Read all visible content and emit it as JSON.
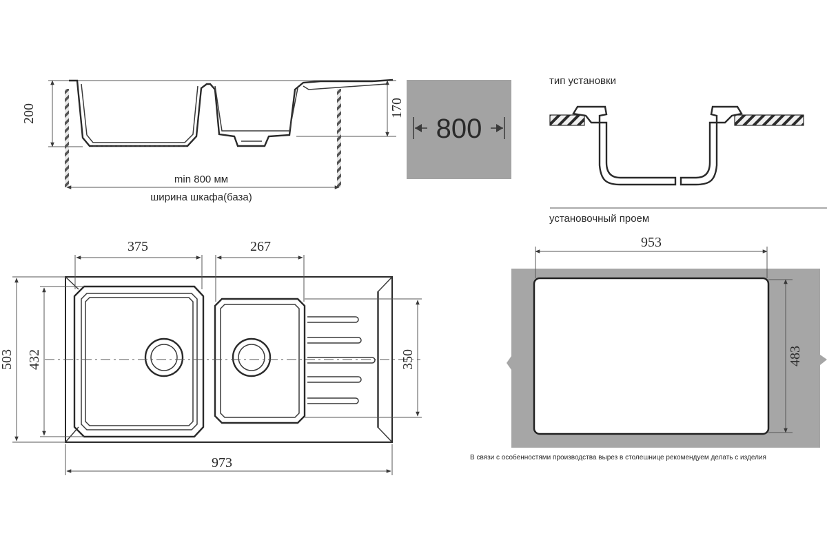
{
  "side_view": {
    "height_total": "200",
    "height_bowl": "170",
    "cabinet_min": "min 800 мм",
    "cabinet_label": "ширина шкафа(база)"
  },
  "cabinet_badge": {
    "value": "800",
    "bg_color": "#a3a3a3"
  },
  "installation": {
    "title": "тип установки"
  },
  "cutout": {
    "title": "установочный проем",
    "width": "953",
    "height": "483",
    "note": "В связи с особенностями производства вырез в столешнице рекомендуем делать с изделия",
    "bg_color": "#a6a6a6"
  },
  "top_view": {
    "bowl1_width": "375",
    "bowl2_width": "267",
    "total_width": "973",
    "total_depth": "503",
    "bowl1_depth": "432",
    "bowl2_depth": "350"
  }
}
